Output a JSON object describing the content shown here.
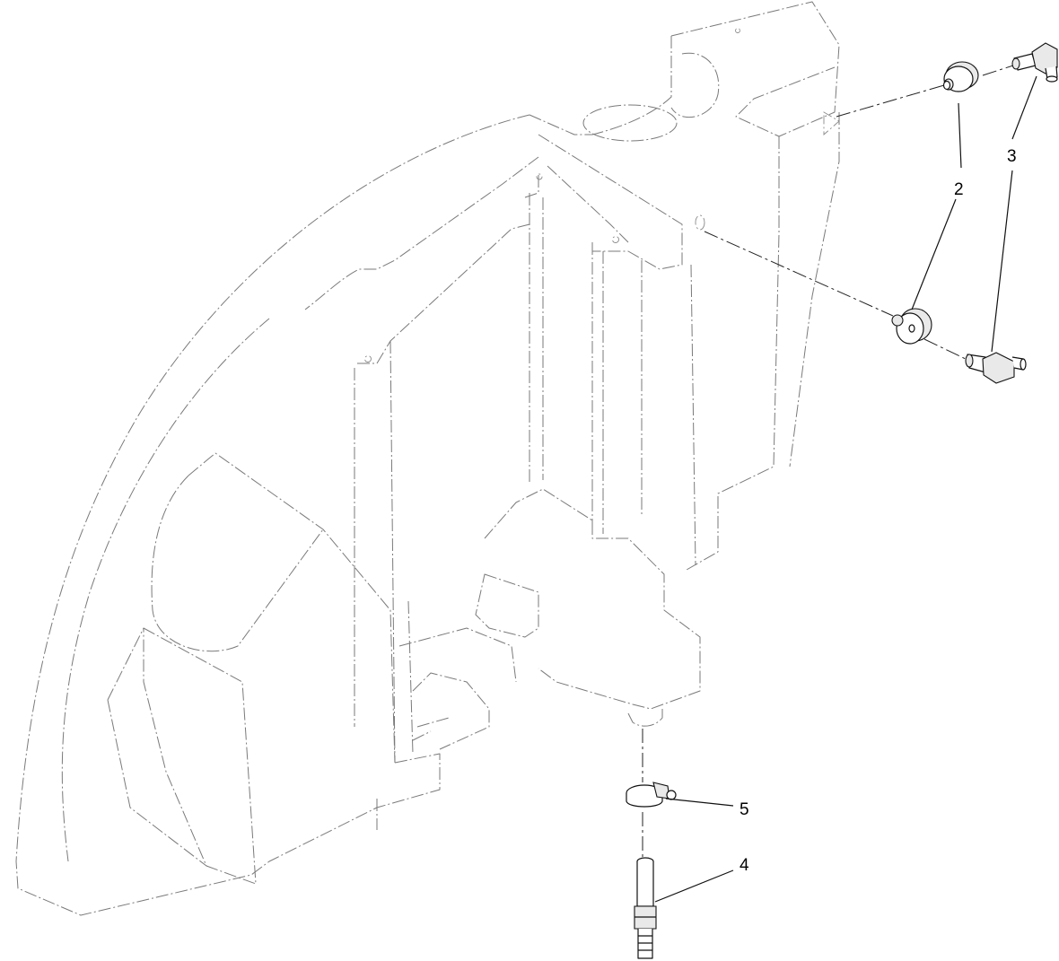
{
  "callouts": [
    {
      "id": "2",
      "label": "2"
    },
    {
      "id": "3",
      "label": "3"
    },
    {
      "id": "4",
      "label": "4"
    },
    {
      "id": "5",
      "label": "5"
    }
  ],
  "parts": [
    {
      "callout": "2",
      "name": "bushing",
      "quantity_shown": 2
    },
    {
      "callout": "3",
      "name": "elbow-fitting",
      "quantity_shown": 2
    },
    {
      "callout": "4",
      "name": "hose-barb-fitting",
      "quantity_shown": 1
    },
    {
      "callout": "5",
      "name": "hose-clamp",
      "quantity_shown": 1
    }
  ],
  "colors": {
    "line": "#111111",
    "ghost_line": "#7a7a7a",
    "background": "#ffffff"
  }
}
